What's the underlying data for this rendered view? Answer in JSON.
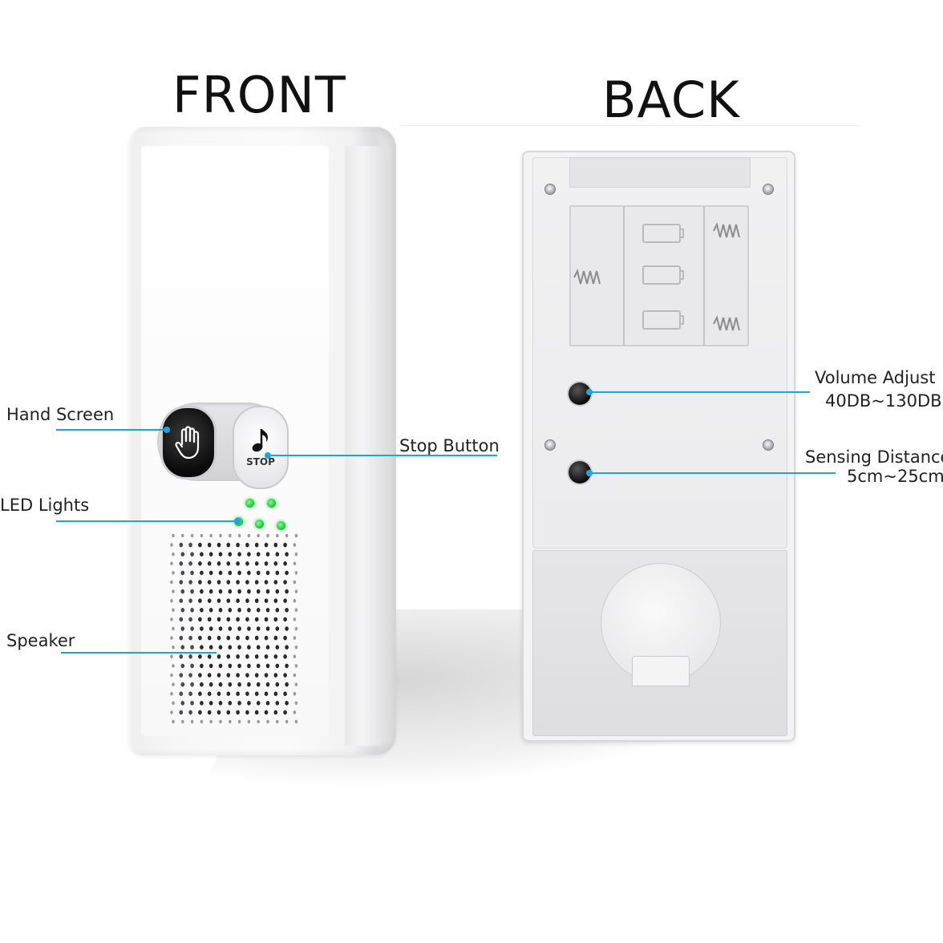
{
  "headings": {
    "front": "FRONT",
    "back": "BACK"
  },
  "front_callouts": {
    "hand_screen": "Hand Screen",
    "stop_button": "Stop Button",
    "led_lights": "LED Lights",
    "speaker": "Speaker"
  },
  "back_callouts": {
    "volume_adjust": "Volume Adjust",
    "volume_range": "40DB~130DB",
    "sensing_distance": "Sensing Distance",
    "sensing_range": "5cm~25cm"
  },
  "device": {
    "stop_button_text": "STOP",
    "led_count": 5,
    "led_color": "#22c43a",
    "leader_color": "#1aa7e0",
    "icons": [
      "hand-icon",
      "music-note-icon"
    ]
  }
}
